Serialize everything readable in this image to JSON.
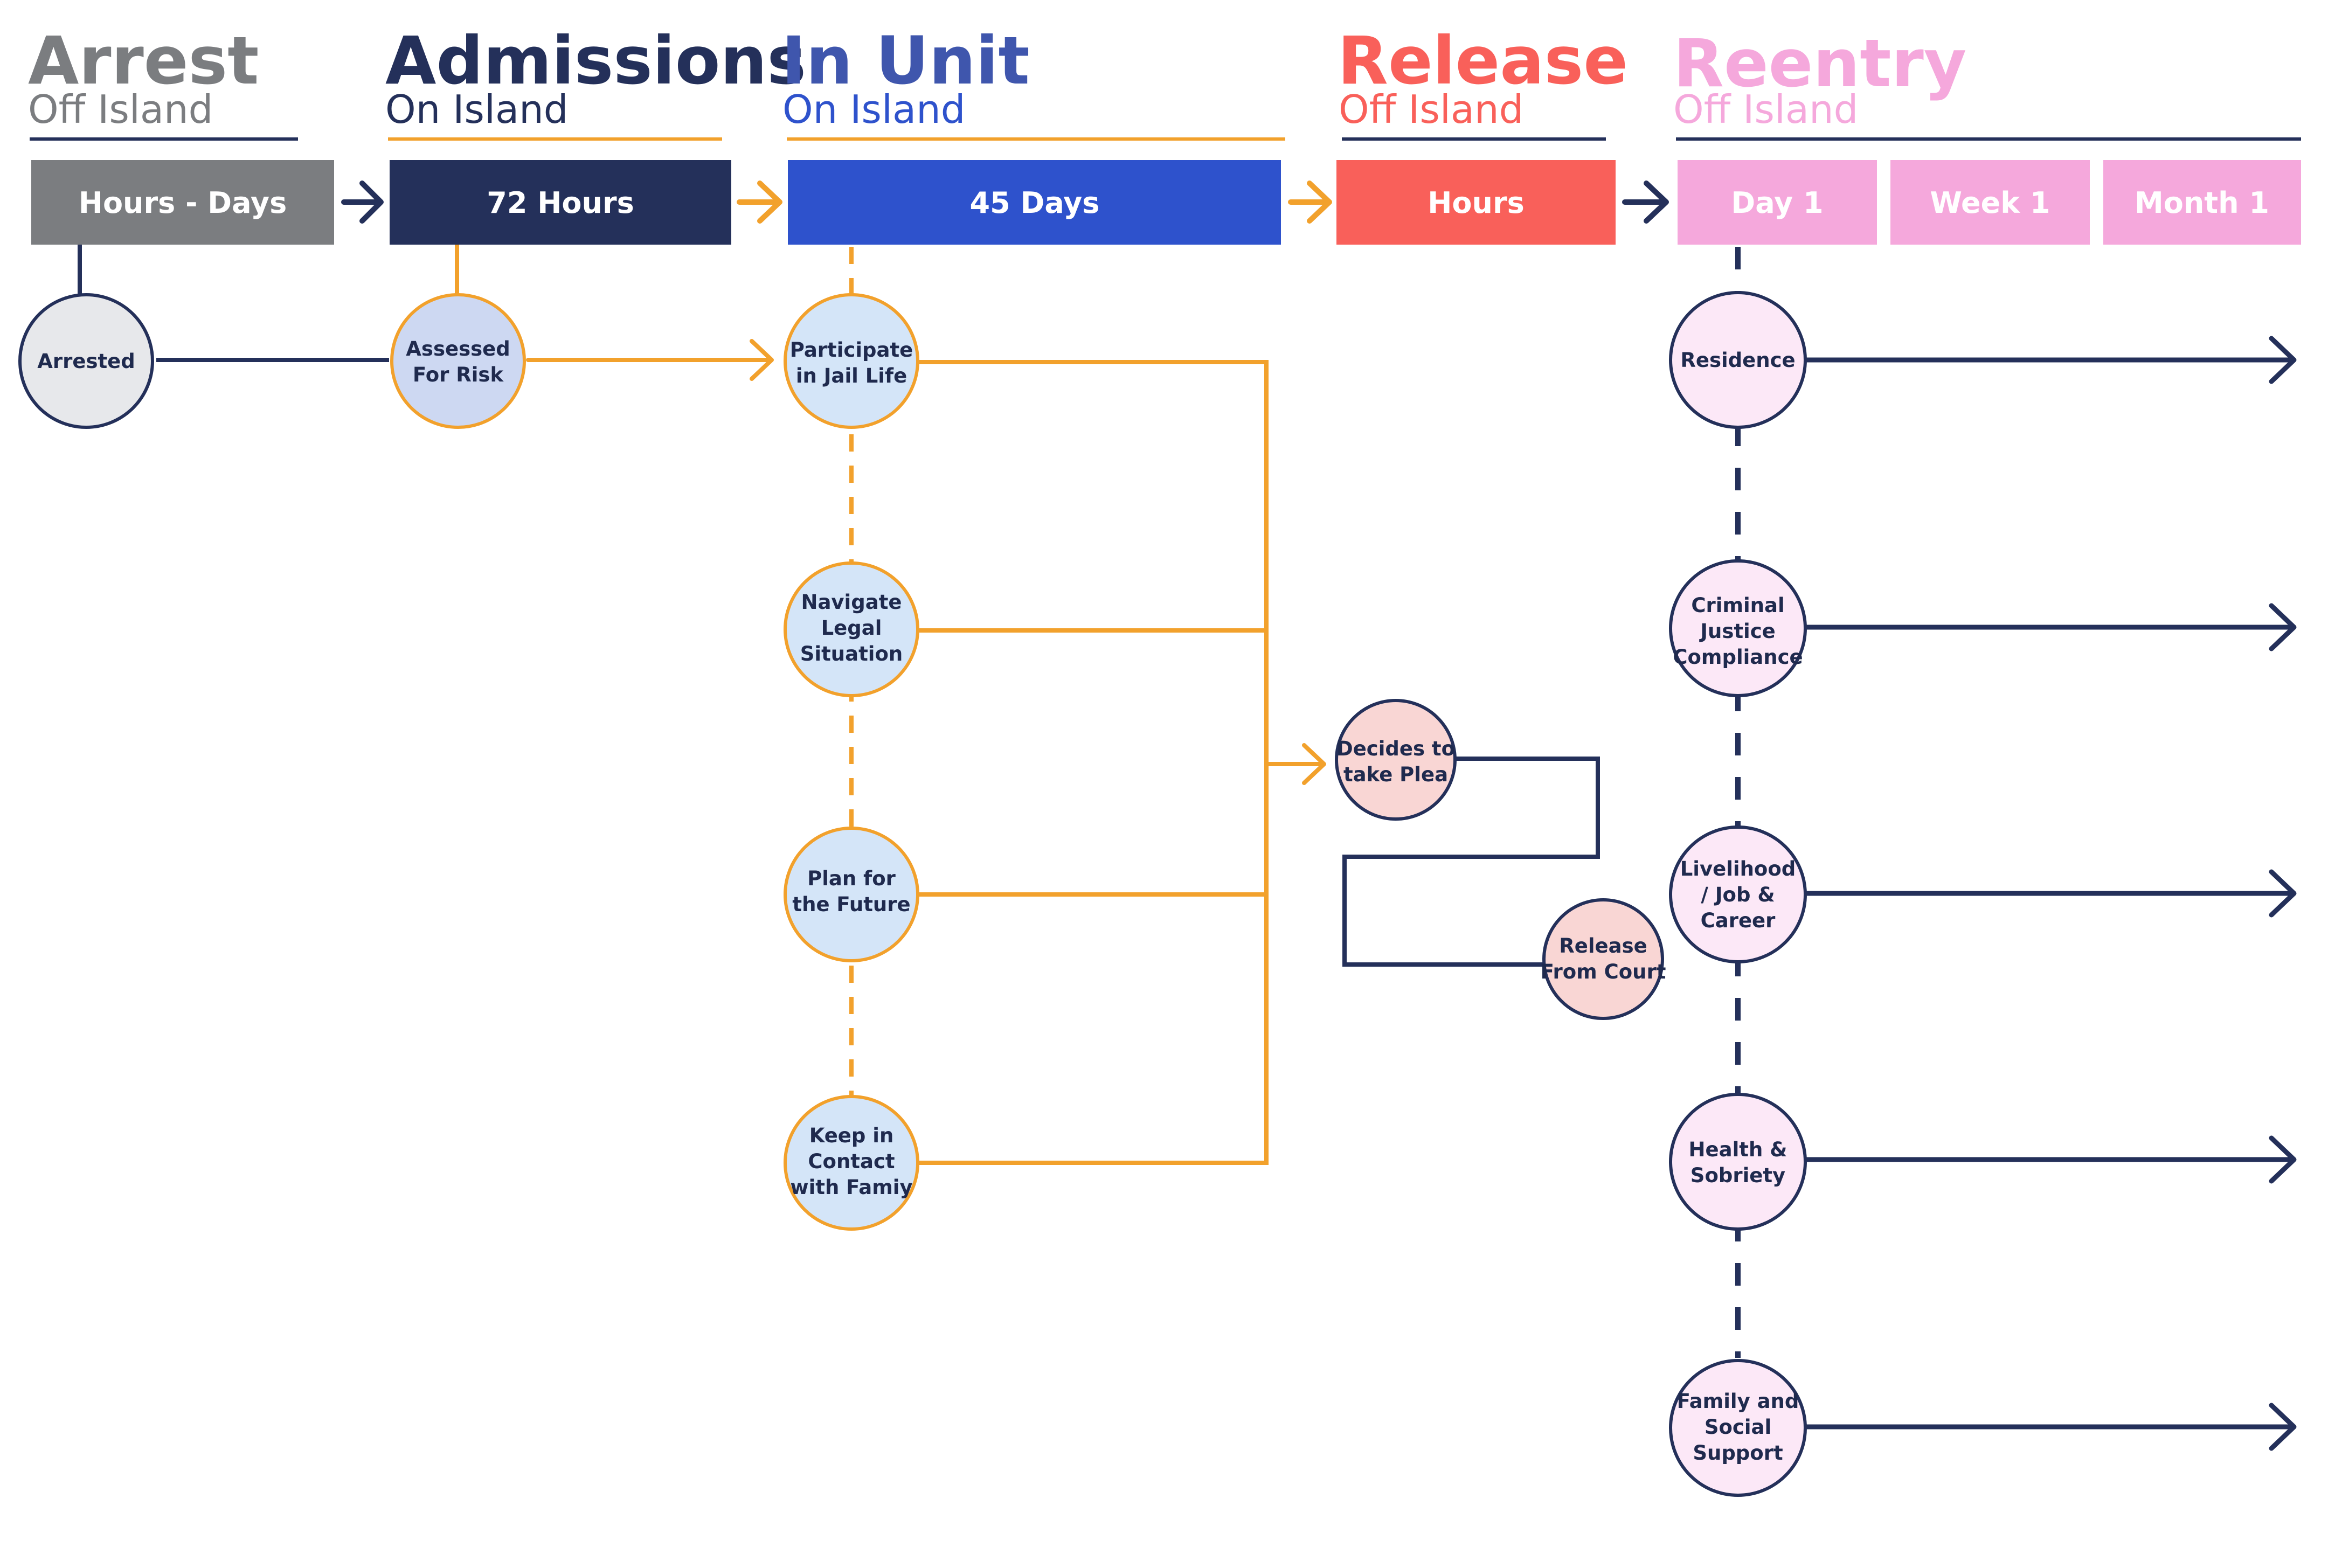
{
  "colors": {
    "navy": "#24305a",
    "gray": "#7b7d80",
    "orange": "#f2a12c",
    "blue": "#2e52cc",
    "coral": "#f9605a",
    "pink": "#f5a8dc",
    "text_dark": "#1f2a4e"
  },
  "phases": {
    "arrest": {
      "title": "Arrest",
      "subtitle": "Off Island",
      "duration": "Hours - Days"
    },
    "admissions": {
      "title": "Admissions",
      "subtitle": "On Island",
      "duration": "72 Hours"
    },
    "in_unit": {
      "title": "In Unit",
      "subtitle": "On Island",
      "duration": "45 Days"
    },
    "release": {
      "title": "Release",
      "subtitle": "Off Island",
      "duration": "Hours"
    },
    "reentry": {
      "title": "Reentry",
      "subtitle": "Off Island",
      "durations": [
        "Day 1",
        "Week 1",
        "Month 1"
      ]
    }
  },
  "nodes": {
    "arrested": "Arrested",
    "assessed": [
      "Assessed",
      "For Risk"
    ],
    "participate": [
      "Participate",
      "in Jail Life"
    ],
    "navigate": [
      "Navigate",
      "Legal",
      "Situation"
    ],
    "plan": [
      "Plan for",
      "the Future"
    ],
    "keep": [
      "Keep in",
      "Contact",
      "with Famiy"
    ],
    "plea": [
      "Decides to",
      "take Plea"
    ],
    "release_court": [
      "Release",
      "From Court"
    ],
    "residence": "Residence",
    "cj": [
      "Criminal",
      "Justice",
      "Compliance"
    ],
    "livelihood": [
      "Livelihood",
      "/ Job &",
      "Career"
    ],
    "health": [
      "Health &",
      "Sobriety"
    ],
    "family": [
      "Family and",
      "Social",
      "Support"
    ]
  }
}
